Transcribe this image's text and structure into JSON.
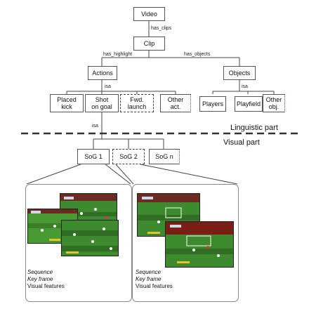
{
  "nodes": {
    "video": "Video",
    "clip": "Clip",
    "actions": "Actions",
    "objects": "Objects",
    "placed_kick": "Placed kick",
    "shot_on_goal": "Shot on goal",
    "fwd_launch": "Fwd. launch",
    "other_act": "Other act.",
    "players": "Players",
    "playfield": "Playfield",
    "other_obj": "Other obj.",
    "sog1": "SoG 1",
    "sog2": "SoG 2",
    "sogn": "SoG n"
  },
  "edge_labels": {
    "has_clips": "has_clips",
    "has_highlight": "has_highlight",
    "has_objects": "has_objects",
    "isa_actions": "isa",
    "isa_objects": "isa",
    "isa_sog": "isa"
  },
  "parts": {
    "linguistic": "Linguistic part",
    "visual": "Visual part"
  },
  "panels": [
    {
      "sequence": "Sequence",
      "key_frame": "Key frame",
      "visual_features": "Visual features"
    },
    {
      "sequence": "Sequence",
      "key_frame": "Key frame",
      "visual_features": "Visual features"
    }
  ],
  "colors": {
    "pitch": "#3e8a2e",
    "pitch_dark": "#2f6e23",
    "stands": "#5a1a14",
    "dotted_border": "#3355cc"
  }
}
